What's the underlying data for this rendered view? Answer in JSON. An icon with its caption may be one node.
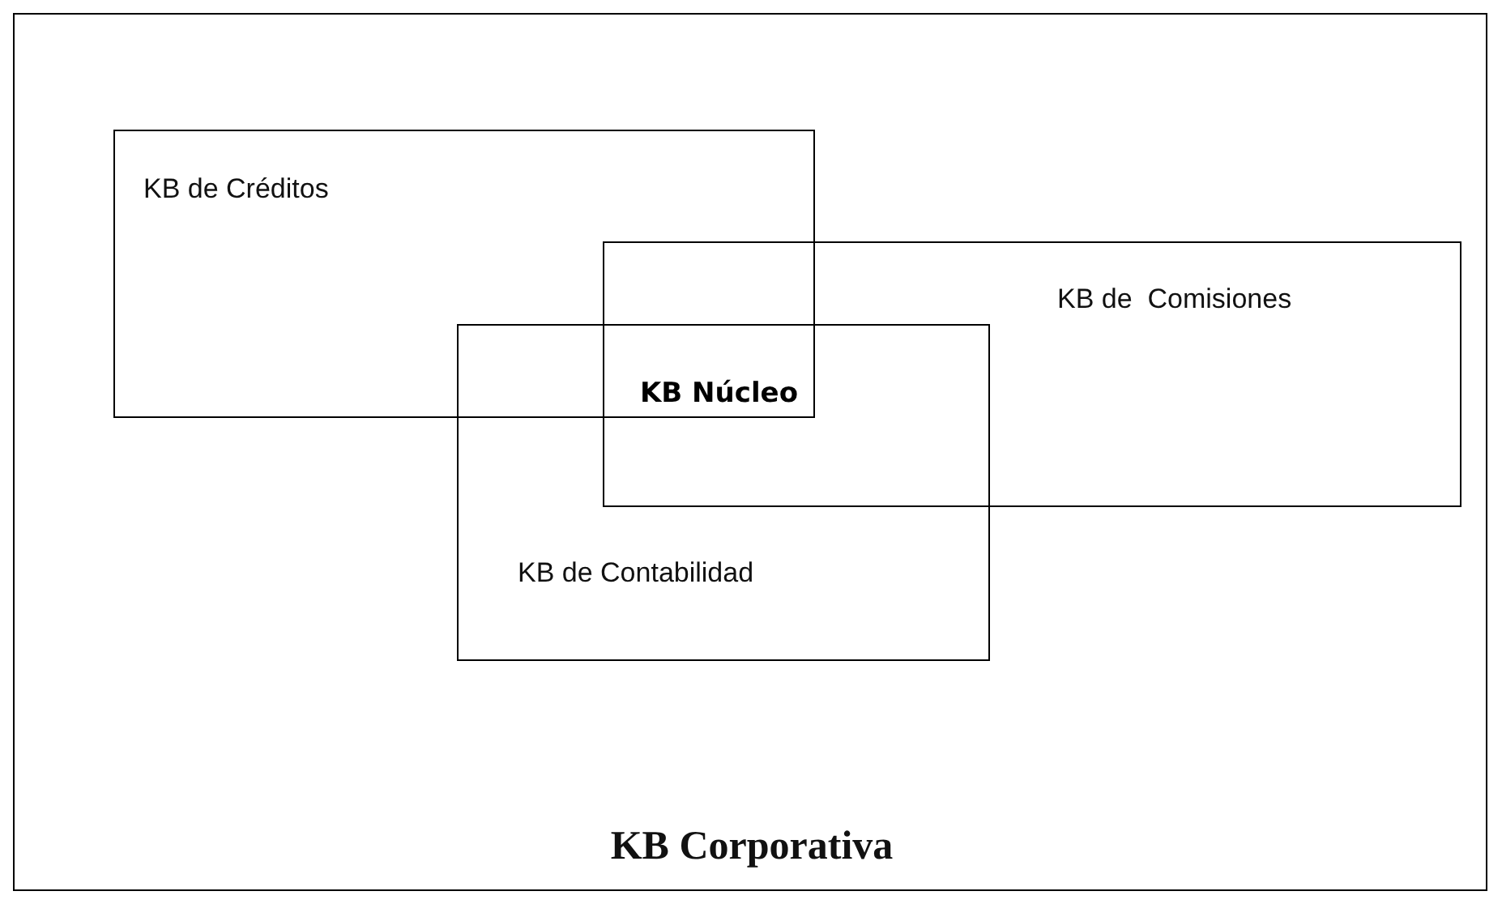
{
  "diagram": {
    "nodes": [
      {
        "text": [
          "KB Corporativa"
        ]
      },
      {
        "text": [
          "KB de Créditos"
        ],
        "in": 0
      },
      {
        "text": [
          "KB de  Comisiones"
        ],
        "in": 0
      },
      {
        "text": [
          "KB de Contabilidad"
        ],
        "in": 0
      }
    ],
    "labels": [
      "KB Núcleo"
    ]
  }
}
